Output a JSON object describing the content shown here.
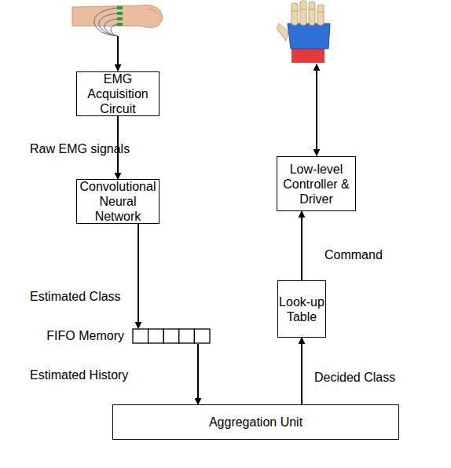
{
  "diagram": {
    "nodes": [
      {
        "text": [
          "EMG Acquisition Circuit"
        ]
      },
      {
        "text": [
          "Low-level Controller & Driver"
        ]
      },
      {
        "text": [
          "Convolutional Neural Network"
        ]
      },
      {
        "text": [
          "Look-up Table"
        ]
      },
      {
        "text": [
          "FIFO Memory"
        ]
      },
      {
        "text": [
          "Aggregation Unit"
        ]
      }
    ],
    "edges": [
      {
        "from": 0,
        "to": 2,
        "label": "Raw EMG signals",
        "arrow": "to"
      },
      {
        "from": 2,
        "to": 4,
        "label": "Estimated Class",
        "arrow": "to"
      },
      {
        "from": 4,
        "to": 5,
        "label": "Estimated History",
        "arrow": "to"
      },
      {
        "from": 5,
        "to": 3,
        "label": "Decided Class",
        "arrow": "to"
      },
      {
        "from": 3,
        "to": 1,
        "label": "Command",
        "arrow": "to"
      }
    ]
  }
}
